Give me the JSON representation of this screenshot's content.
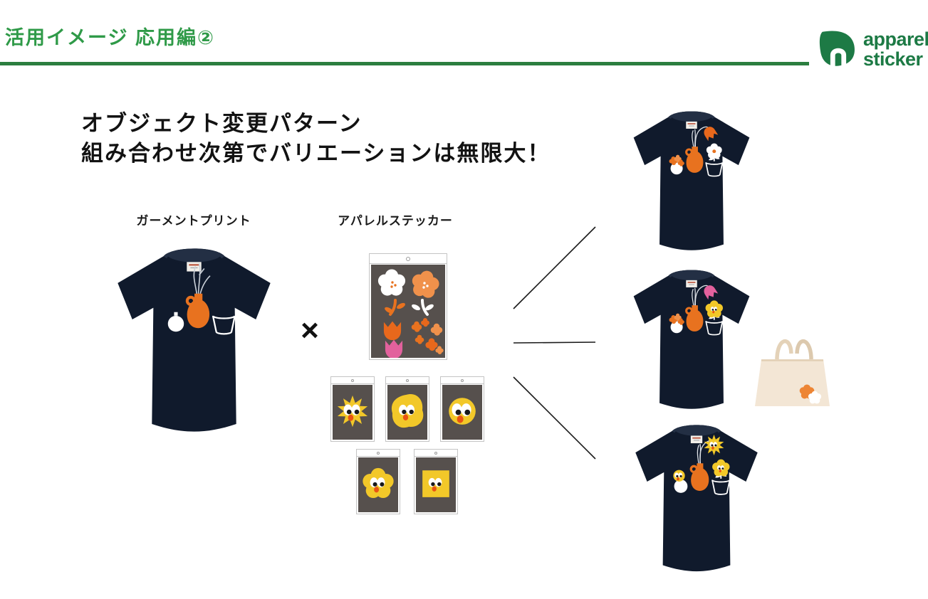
{
  "header": {
    "title": "活用イメージ 応用編②"
  },
  "logo": {
    "word1": "apparel",
    "word2": "sticker"
  },
  "heading": {
    "line1": "オブジェクト変更パターン",
    "line2": "組み合わせ次第でバリエーションは無限大！"
  },
  "sections": {
    "garment_label": "ガーメントプリント",
    "sticker_label": "アパレルステッカー",
    "multiply_sign": "×"
  },
  "colors": {
    "title_green": "#2f9a48",
    "rule_green": "#2b7e3f",
    "logo_green": "#1d7a45",
    "shirt_navy": "#101a2c",
    "print_orange": "#e8721f",
    "soft_orange": "#f0914b",
    "tulip_pink": "#e2619d",
    "sticker_yellow": "#f2c829",
    "mouth_orange": "#e85313",
    "sheet_gray": "#56504d",
    "tote_cream": "#f3e6d5"
  },
  "graphics": {
    "garment_tshirt": "navy-tshirt-vase-print",
    "sticker_sheets": [
      "flower-sticker-sheet",
      "sun-face-sticker-sheet",
      "blob-face-sticker-sheet",
      "circle-face-sticker-sheet",
      "flower-face-sticker-sheet",
      "square-face-sticker-sheet"
    ],
    "result_tshirts": [
      "tshirt-orange-tulip-combo",
      "tshirt-pink-tulip-combo",
      "tshirt-sun-face-combo"
    ],
    "tote_bag": "cream-tote-bag-flower-print"
  }
}
